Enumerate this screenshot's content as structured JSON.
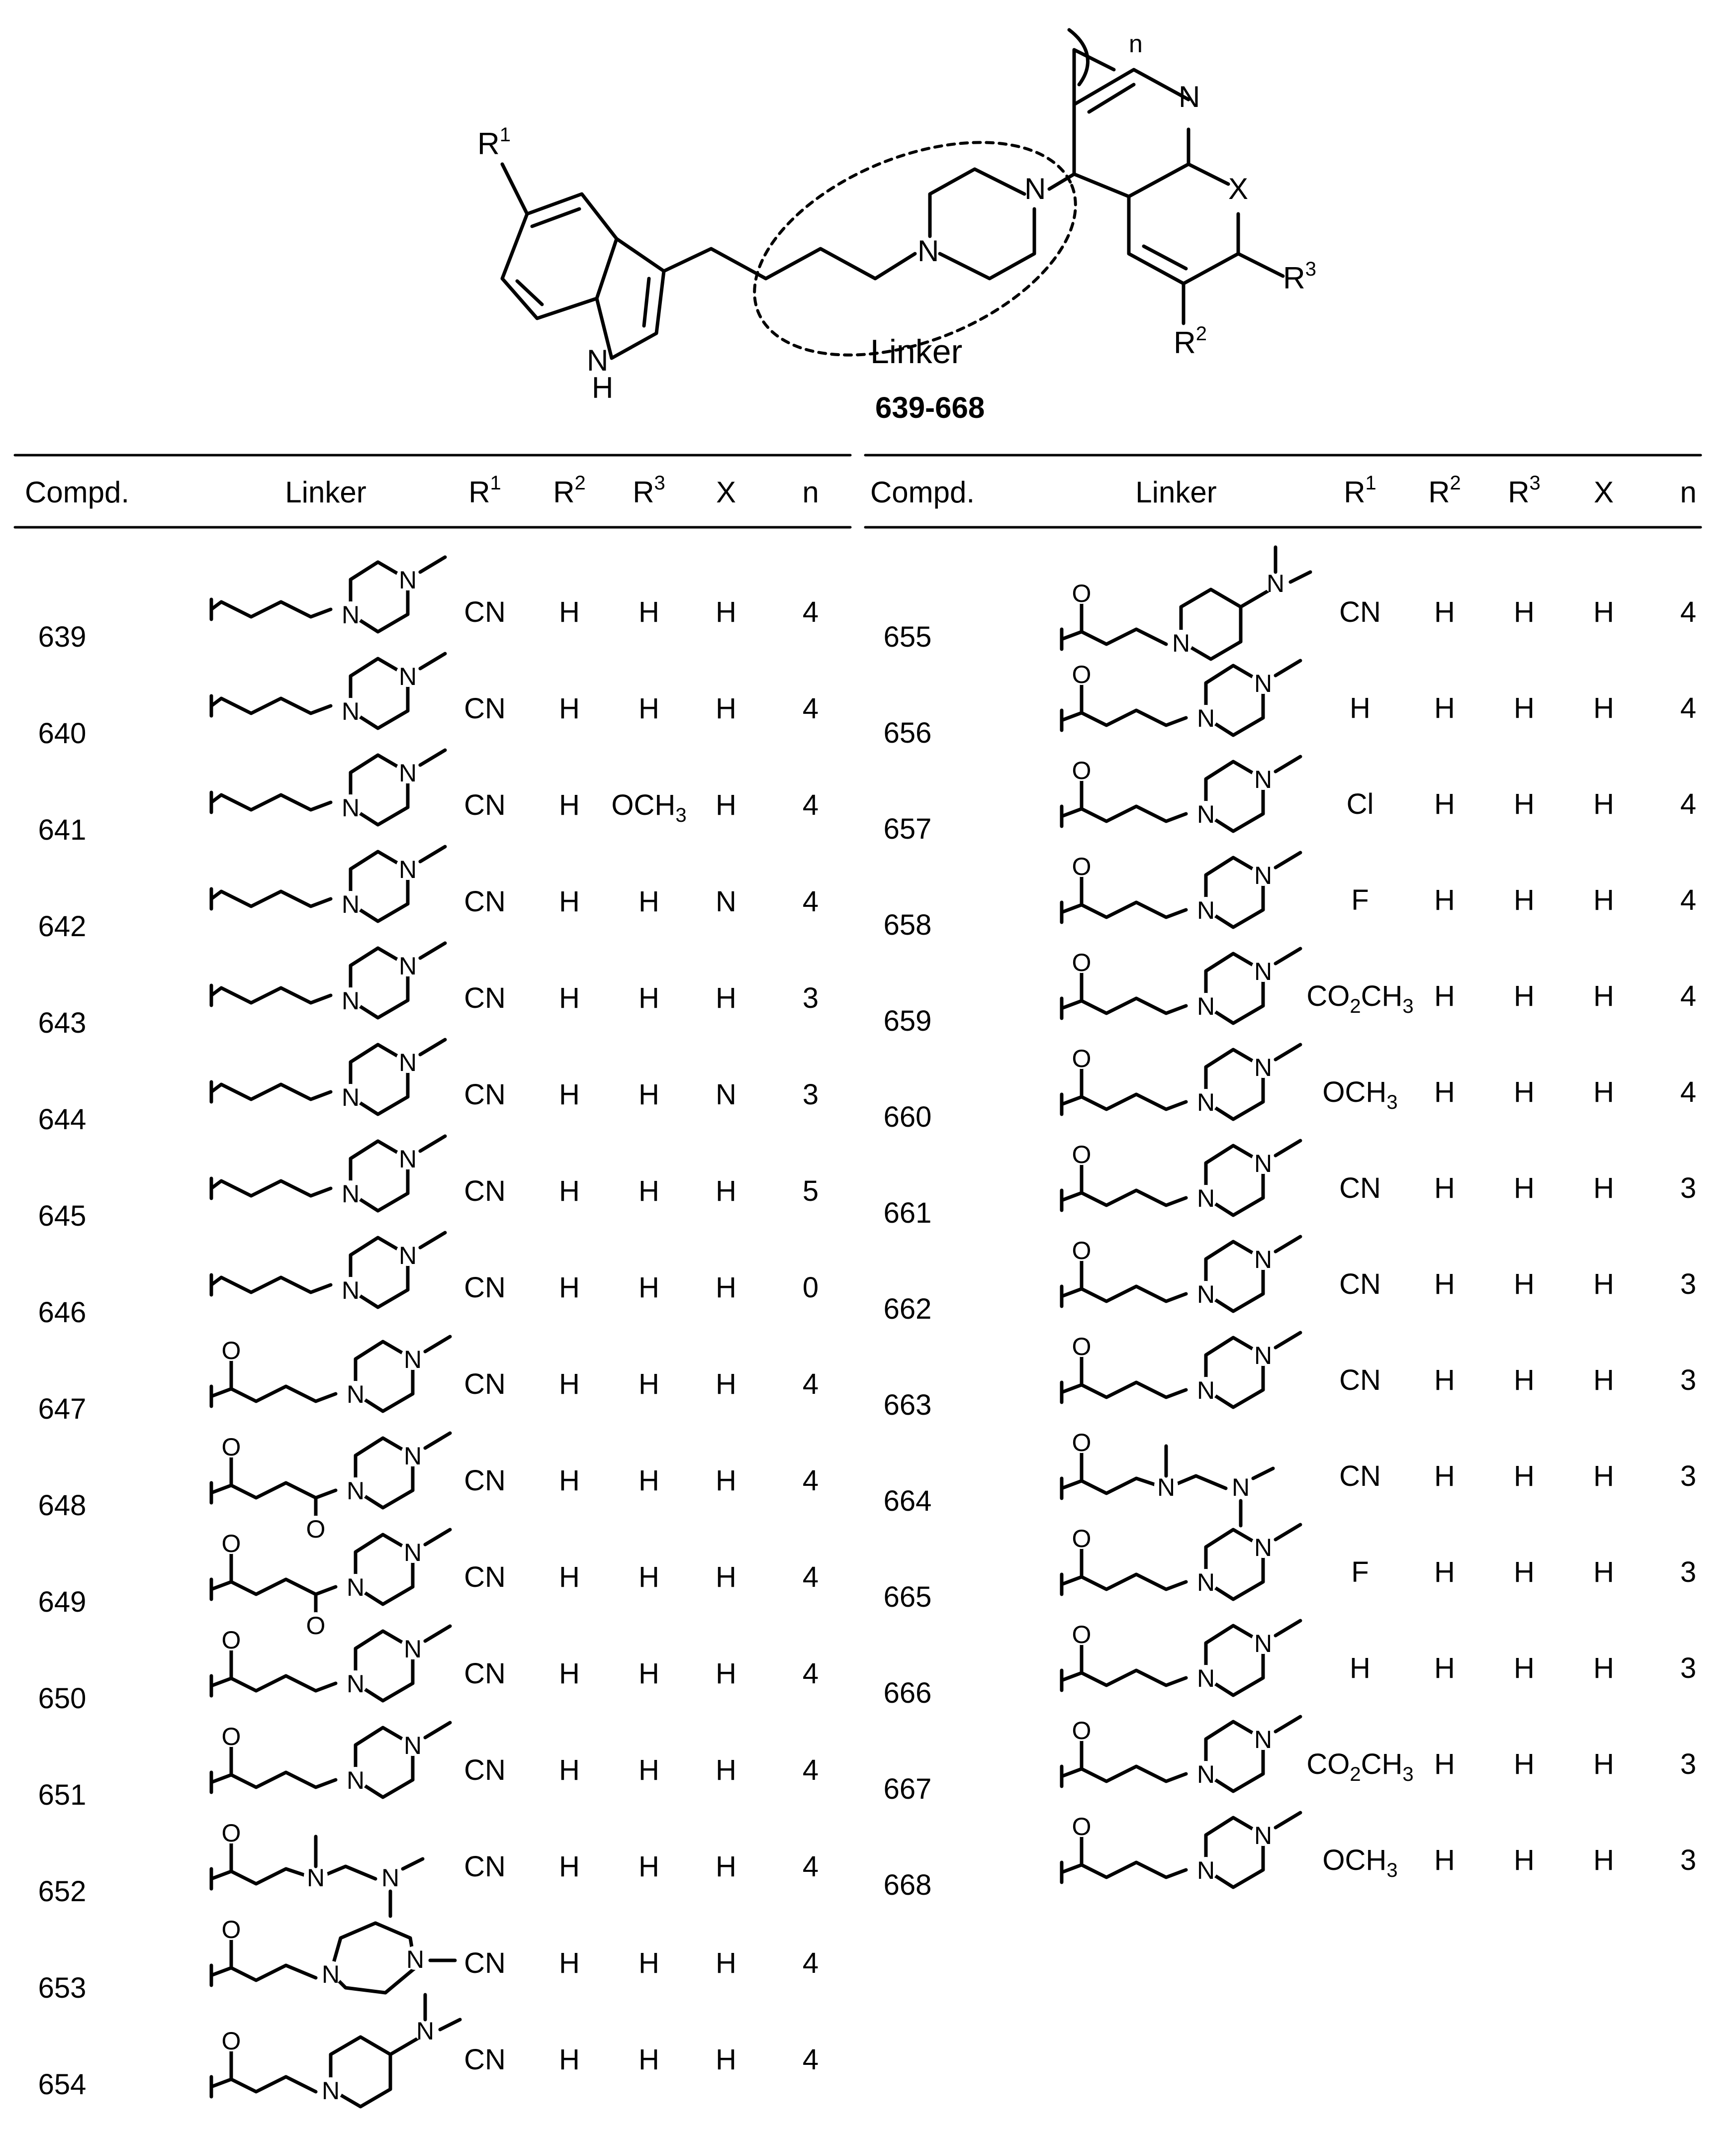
{
  "scaffold": {
    "ring_atoms": {
      "n_upper": "N",
      "x": "X",
      "nh_n": "N",
      "nh_h": "H",
      "pip_n1": "N",
      "pip_n2": "N"
    },
    "substituents": {
      "r1": "R",
      "r1_sup": "1",
      "r2": "R",
      "r2_sup": "2",
      "r3": "R",
      "r3_sup": "3",
      "n_label": "n"
    },
    "linker_label": "Linker",
    "compound_range": "639-668"
  },
  "table": {
    "headers": [
      {
        "text": "Compd."
      },
      {
        "text": "Linker"
      },
      {
        "text": "R",
        "sup": "1"
      },
      {
        "text": "R",
        "sup": "2"
      },
      {
        "text": "R",
        "sup": "3"
      },
      {
        "text": "X"
      },
      {
        "text": "n"
      }
    ],
    "left_rows": [
      {
        "compd": "639",
        "linker": "butyl",
        "r1": "CN",
        "r2": "H",
        "r3": "H",
        "x": "H",
        "n": "4"
      },
      {
        "compd": "640",
        "linker": "butyl",
        "r1": "CN",
        "r2": "H",
        "r3": "H",
        "x": "H",
        "n": "4"
      },
      {
        "compd": "641",
        "linker": "butyl",
        "r1": "CN",
        "r2": "H",
        "r3": "OCH3",
        "x": "H",
        "n": "4"
      },
      {
        "compd": "642",
        "linker": "butyl",
        "r1": "CN",
        "r2": "H",
        "r3": "H",
        "x": "N",
        "n": "4"
      },
      {
        "compd": "643",
        "linker": "butyl",
        "r1": "CN",
        "r2": "H",
        "r3": "H",
        "x": "H",
        "n": "3"
      },
      {
        "compd": "644",
        "linker": "butyl",
        "r1": "CN",
        "r2": "H",
        "r3": "H",
        "x": "N",
        "n": "3"
      },
      {
        "compd": "645",
        "linker": "butyl",
        "r1": "CN",
        "r2": "H",
        "r3": "H",
        "x": "H",
        "n": "5"
      },
      {
        "compd": "646",
        "linker": "butyl",
        "r1": "CN",
        "r2": "H",
        "r3": "H",
        "x": "H",
        "n": "0"
      },
      {
        "compd": "647",
        "linker": "ketone",
        "r1": "CN",
        "r2": "H",
        "r3": "H",
        "x": "H",
        "n": "4"
      },
      {
        "compd": "648",
        "linker": "diketone",
        "r1": "CN",
        "r2": "H",
        "r3": "H",
        "x": "H",
        "n": "4"
      },
      {
        "compd": "649",
        "linker": "amide",
        "r1": "CN",
        "r2": "H",
        "r3": "H",
        "x": "H",
        "n": "4"
      },
      {
        "compd": "650",
        "linker": "short-ketone",
        "r1": "CN",
        "r2": "H",
        "r3": "H",
        "x": "H",
        "n": "4"
      },
      {
        "compd": "651",
        "linker": "long-ketone",
        "r1": "CN",
        "r2": "H",
        "r3": "H",
        "x": "H",
        "n": "4"
      },
      {
        "compd": "652",
        "linker": "diamine",
        "r1": "CN",
        "r2": "H",
        "r3": "H",
        "x": "H",
        "n": "4"
      },
      {
        "compd": "653",
        "linker": "diazepane",
        "r1": "CN",
        "r2": "H",
        "r3": "H",
        "x": "H",
        "n": "4"
      },
      {
        "compd": "654",
        "linker": "piperidine-amine",
        "r1": "CN",
        "r2": "H",
        "r3": "H",
        "x": "H",
        "n": "4"
      }
    ],
    "right_rows": [
      {
        "compd": "655",
        "linker": "amine-piperidine",
        "r1": "CN",
        "r2": "H",
        "r3": "H",
        "x": "H",
        "n": "4"
      },
      {
        "compd": "656",
        "linker": "ketone",
        "r1": "H",
        "r2": "H",
        "r3": "H",
        "x": "H",
        "n": "4"
      },
      {
        "compd": "657",
        "linker": "ketone",
        "r1": "Cl",
        "r2": "H",
        "r3": "H",
        "x": "H",
        "n": "4"
      },
      {
        "compd": "658",
        "linker": "ketone",
        "r1": "F",
        "r2": "H",
        "r3": "H",
        "x": "H",
        "n": "4"
      },
      {
        "compd": "659",
        "linker": "ketone",
        "r1": "CO2CH3",
        "r2": "H",
        "r3": "H",
        "x": "H",
        "n": "4"
      },
      {
        "compd": "660",
        "linker": "ketone",
        "r1": "OCH3",
        "r2": "H",
        "r3": "H",
        "x": "H",
        "n": "4"
      },
      {
        "compd": "661",
        "linker": "ketone",
        "r1": "CN",
        "r2": "H",
        "r3": "H",
        "x": "H",
        "n": "3"
      },
      {
        "compd": "662",
        "linker": "short-ketone",
        "r1": "CN",
        "r2": "H",
        "r3": "H",
        "x": "H",
        "n": "3"
      },
      {
        "compd": "663",
        "linker": "long-ketone",
        "r1": "CN",
        "r2": "H",
        "r3": "H",
        "x": "H",
        "n": "3"
      },
      {
        "compd": "664",
        "linker": "diamine",
        "r1": "CN",
        "r2": "H",
        "r3": "H",
        "x": "H",
        "n": "3"
      },
      {
        "compd": "665",
        "linker": "ketone",
        "r1": "F",
        "r2": "H",
        "r3": "H",
        "x": "H",
        "n": "3"
      },
      {
        "compd": "666",
        "linker": "ketone",
        "r1": "H",
        "r2": "H",
        "r3": "H",
        "x": "H",
        "n": "3"
      },
      {
        "compd": "667",
        "linker": "ketone",
        "r1": "CO2CH3",
        "r2": "H",
        "r3": "H",
        "x": "H",
        "n": "3"
      },
      {
        "compd": "668",
        "linker": "ketone",
        "r1": "OCH3",
        "r2": "H",
        "r3": "H",
        "x": "H",
        "n": "3"
      }
    ]
  },
  "atom_labels": {
    "n": "N",
    "o": "O"
  }
}
